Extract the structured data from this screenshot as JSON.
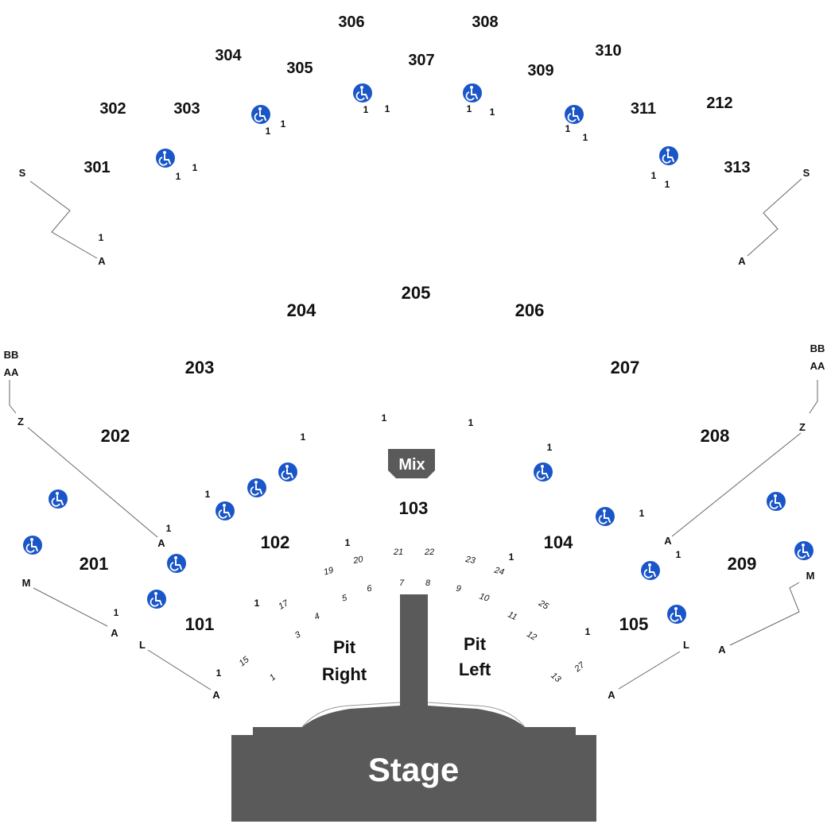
{
  "stage": {
    "label": "Stage",
    "color": "#5a5a5a"
  },
  "mix": {
    "label": "Mix"
  },
  "pits": [
    {
      "line1": "Pit",
      "line2": "Right"
    },
    {
      "line1": "Pit",
      "line2": "Left"
    }
  ],
  "accent": {
    "accessible": "#1a56c8"
  },
  "sections_300": [
    "301",
    "302",
    "303",
    "304",
    "305",
    "306",
    "307",
    "308",
    "309",
    "310",
    "311",
    "212",
    "313"
  ],
  "sections_200": [
    "201",
    "202",
    "203",
    "204",
    "205",
    "206",
    "207",
    "208",
    "209"
  ],
  "sections_100": [
    "101",
    "102",
    "103",
    "104",
    "105"
  ],
  "row_labels": {
    "s": "S",
    "a": "A",
    "bb": "BB",
    "aa": "AA",
    "z": "Z",
    "m": "M",
    "l": "L"
  },
  "seat_one": "1",
  "table_numbers": [
    "1",
    "3",
    "4",
    "5",
    "6",
    "7",
    "8",
    "9",
    "10",
    "11",
    "12",
    "13",
    "15",
    "17",
    "19",
    "20",
    "21",
    "22",
    "23",
    "24",
    "25",
    "27"
  ]
}
